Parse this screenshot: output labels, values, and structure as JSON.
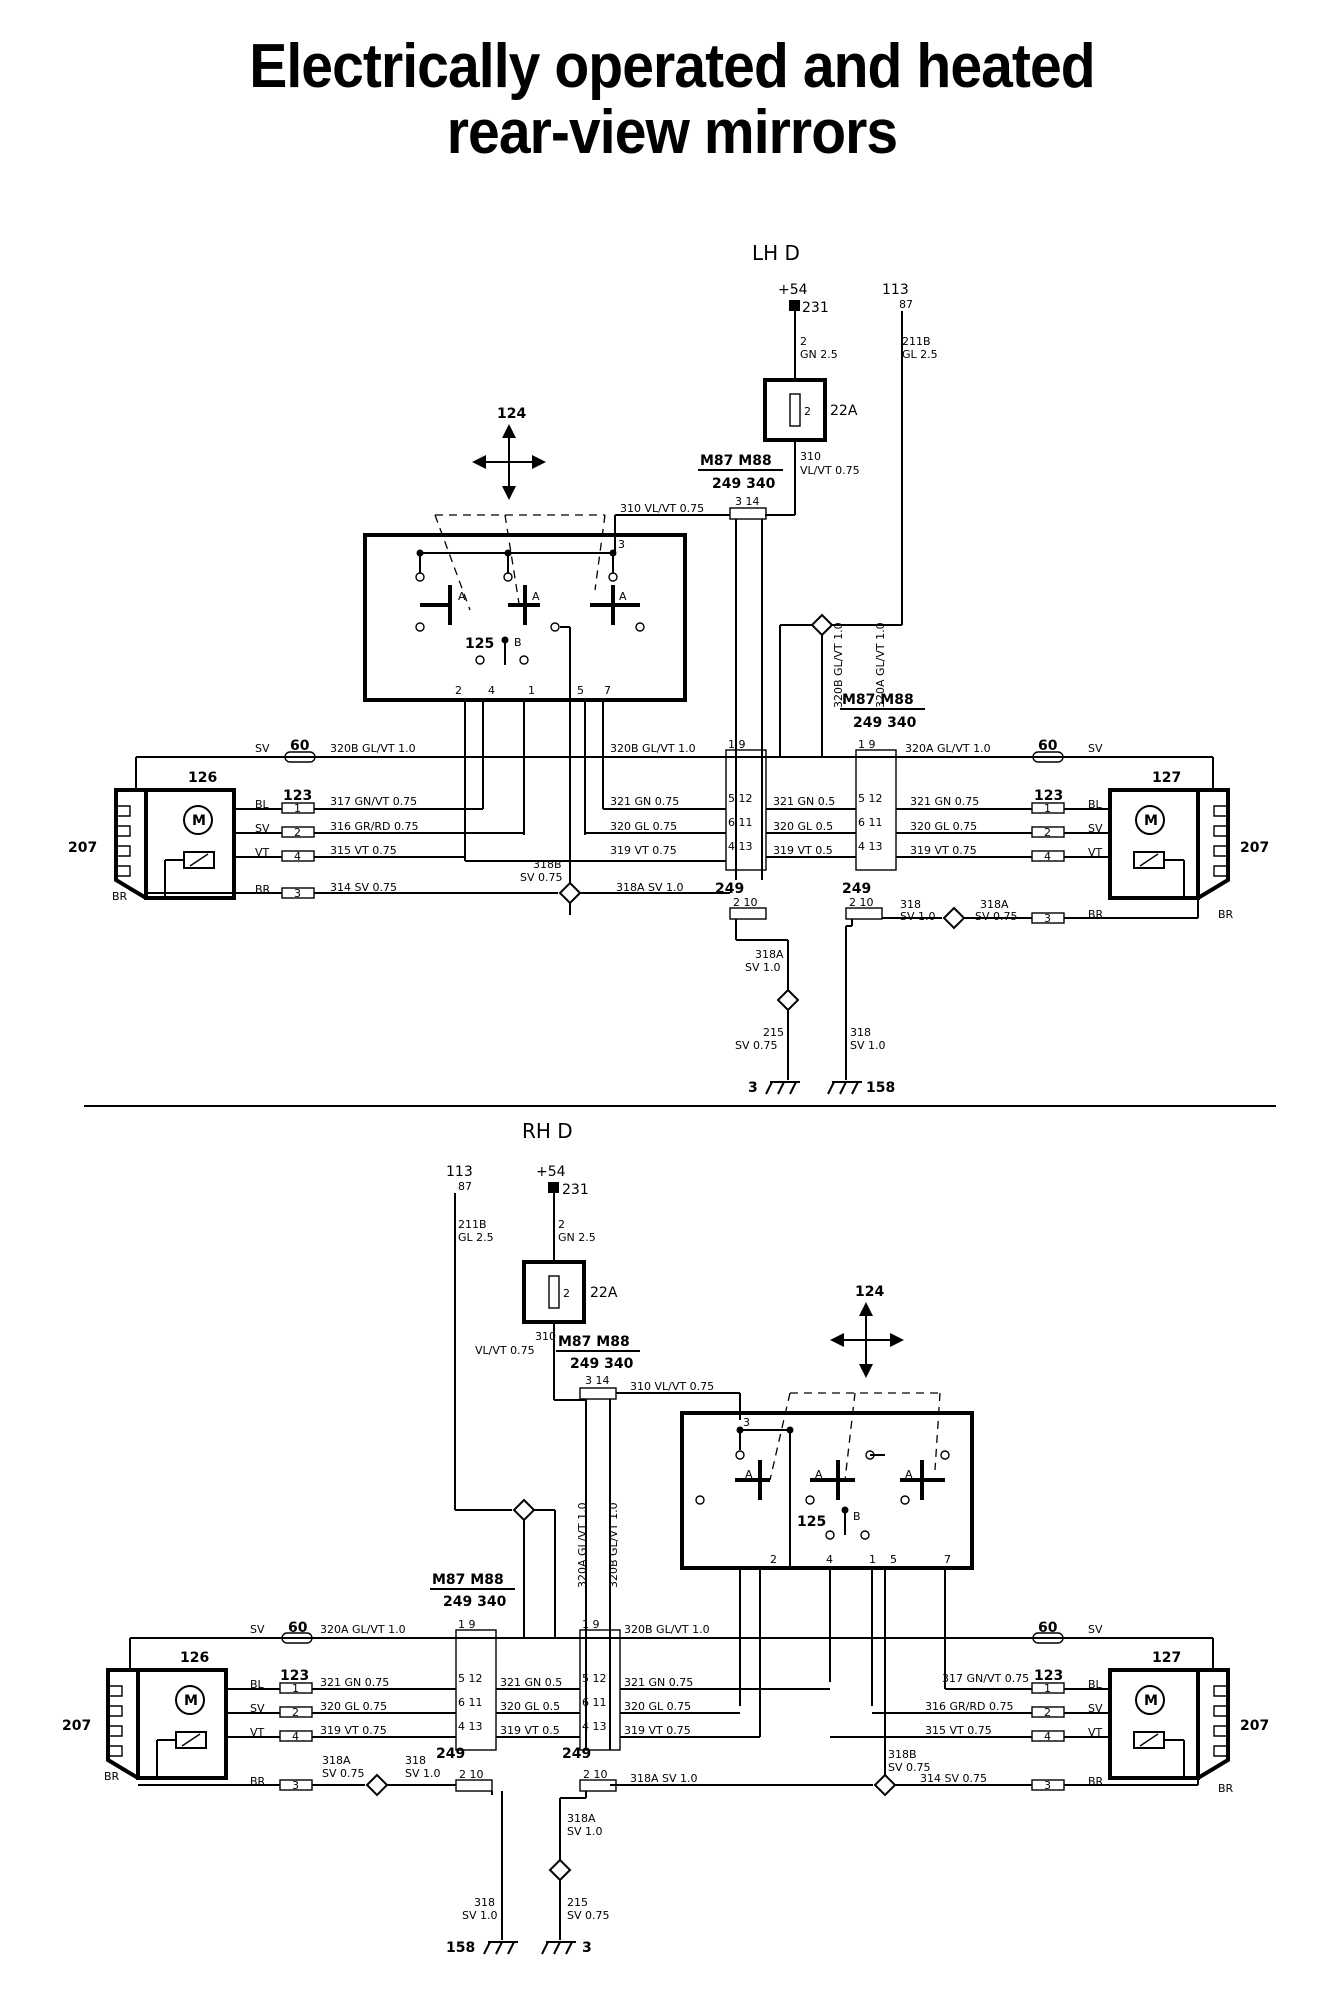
{
  "title": {
    "line1": "Electrically operated and heated",
    "line2": "rear-view mirrors"
  },
  "lhd": {
    "heading": "LH D",
    "supply": "+54",
    "supply_pin": "231",
    "fuse_feed": "113",
    "fuse_feed_pin": "87",
    "wire_2": [
      "2",
      "GN 2.5"
    ],
    "wire_211B": [
      "211B",
      "GL 2.5"
    ],
    "fuse": "22A",
    "fuse_pin": "2",
    "wire_310": [
      "310",
      "VL/VT 0.75"
    ],
    "switch_label": "124",
    "switch_sub": "125",
    "conn_models": "M87 M88",
    "conn_numbers": "249 340",
    "conn_pins_top": "3 14",
    "conn_pins_mid": "1 9",
    "wire_310_top": "310 VL/VT 0.75",
    "wire_320B_v": "320B GL/VT 1.0",
    "wire_320A_v": "320A GL/VT 1.0",
    "switch_pins": [
      "2",
      "4",
      "1",
      "5",
      "7"
    ],
    "switch_letters": [
      "A",
      "A",
      "A",
      "B"
    ],
    "left_mirror": "126",
    "right_mirror": "127",
    "mirror_housing": "207",
    "conn_60": "60",
    "conn_123": "123",
    "conn_249": "249",
    "motor": "M",
    "left_tags": [
      "SV",
      "BL",
      "SV",
      "VT",
      "BR"
    ],
    "left_wires": [
      "320B GL/VT 1.0",
      "317 GN/VT 0.75",
      "316 GR/RD 0.75",
      "315 VT 0.75",
      "314 SV 0.75"
    ],
    "mid_wires_a": [
      "320B GL/VT 1.0",
      "321 GN 0.75",
      "320 GL 0.75",
      "319 VT 0.75"
    ],
    "mid_wires_b": [
      "321 GN 0.5",
      "320 GL 0.5",
      "319 VT 0.5"
    ],
    "right_wires": [
      "320A GL/VT 1.0",
      "321 GN 0.75",
      "320 GL 0.75",
      "319 VT 0.75"
    ],
    "right_tags": [
      "SV",
      "BL",
      "SV",
      "VT",
      "BR"
    ],
    "pin_pairs": [
      "5 12",
      "6 11",
      "4 13"
    ],
    "pins_123": [
      "1",
      "2",
      "4",
      "3"
    ],
    "wire_318B": [
      "318B",
      "SV 0.75"
    ],
    "wire_318A": "318A SV 1.0",
    "wire_318A_r": [
      "318A",
      "SV 0.75"
    ],
    "wire_318_r": [
      "318",
      "SV 1.0"
    ],
    "pins_249": "2 10",
    "wire_318A_v": [
      "318A",
      "SV 1.0"
    ],
    "wire_215": [
      "215",
      "SV 0.75"
    ],
    "wire_318_v": [
      "318",
      "SV 1.0"
    ],
    "ground_3": "3",
    "ground_158": "158"
  },
  "rhd": {
    "heading": "RH D",
    "supply": "+54",
    "supply_pin": "231",
    "fuse_feed": "113",
    "fuse_feed_pin": "87",
    "wire_2": [
      "2",
      "GN 2.5"
    ],
    "wire_211B": [
      "211B",
      "GL 2.5"
    ],
    "fuse": "22A",
    "fuse_pin": "2",
    "wire_310": [
      "310",
      "VL/VT 0.75"
    ],
    "switch_label": "124",
    "switch_sub": "125",
    "conn_models": "M87 M88",
    "conn_numbers": "249 340",
    "conn_pins_top": "3 14",
    "conn_pins_mid": "1 9",
    "wire_310_top": "310 VL/VT 0.75",
    "wire_320A_v": "320A GL/VT 1.0",
    "wire_320B_v": "320B GL/VT 1.0",
    "switch_pins": [
      "2",
      "4",
      "1",
      "5",
      "7"
    ],
    "switch_letters": [
      "A",
      "A",
      "A",
      "B"
    ],
    "left_mirror": "126",
    "right_mirror": "127",
    "mirror_housing": "207",
    "conn_60": "60",
    "conn_123": "123",
    "conn_249": "249",
    "motor": "M",
    "left_tags": [
      "SV",
      "BL",
      "SV",
      "VT",
      "BR"
    ],
    "left_wires": [
      "320A GL/VT 1.0",
      "321 GN 0.75",
      "320 GL 0.75",
      "319 VT 0.75"
    ],
    "mid_wires_a": [
      "321 GN 0.5",
      "320 GL 0.5",
      "319 VT 0.5"
    ],
    "mid_wires_b": [
      "320B GL/VT 1.0",
      "321 GN 0.75",
      "320 GL 0.75",
      "319 VT 0.75"
    ],
    "right_wires": [
      "317 GN/VT 0.75",
      "316 GR/RD 0.75",
      "315 VT 0.75",
      "314 SV 0.75"
    ],
    "right_tags": [
      "SV",
      "BL",
      "SV",
      "VT",
      "BR"
    ],
    "pin_pairs": [
      "5 12",
      "6 11",
      "4 13"
    ],
    "pins_123": [
      "1",
      "2",
      "4",
      "3"
    ],
    "wire_318A_l": [
      "318A",
      "SV 0.75"
    ],
    "wire_318_l": [
      "318",
      "SV 1.0"
    ],
    "wire_318A": "318A SV 1.0",
    "wire_318B": [
      "318B",
      "SV 0.75"
    ],
    "pins_249": "2 10",
    "wire_318A_v": [
      "318A",
      "SV 1.0"
    ],
    "wire_318_v": [
      "318",
      "SV 1.0"
    ],
    "wire_215": [
      "215",
      "SV 0.75"
    ],
    "ground_158": "158",
    "ground_3": "3"
  }
}
